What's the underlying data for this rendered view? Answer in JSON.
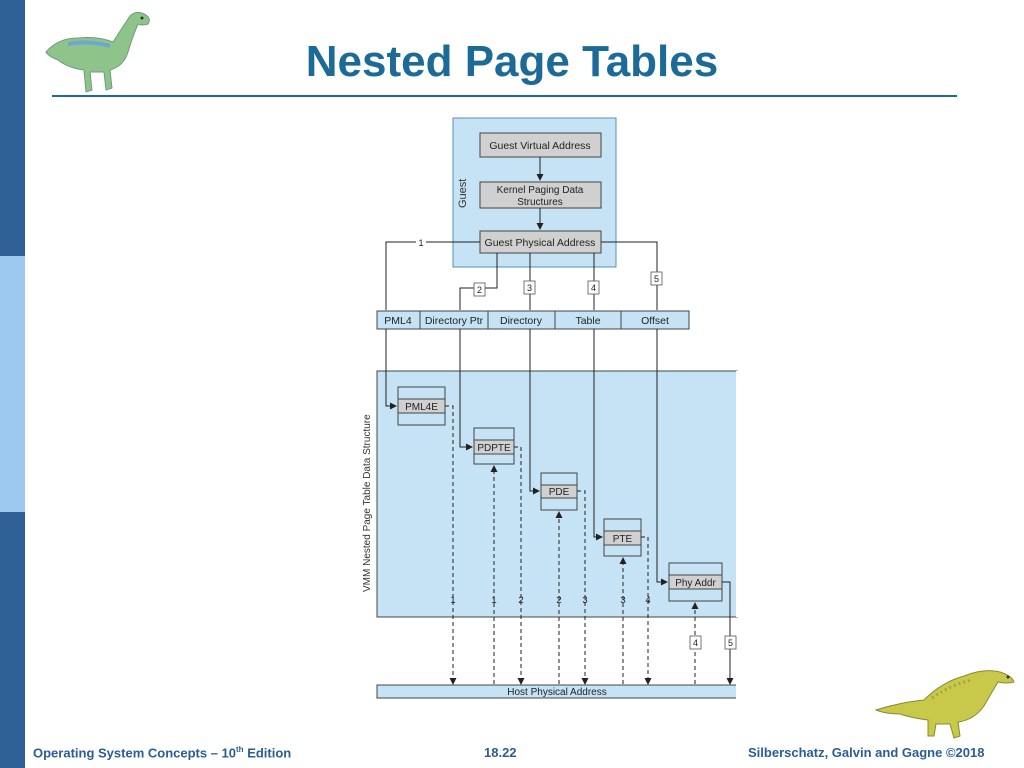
{
  "slide": {
    "title": "Nested Page Tables",
    "footer_left": "Operating System Concepts – 10",
    "footer_left_sup": "th",
    "footer_left_suffix": " Edition",
    "page_number": "18.22",
    "footer_right": "Silberschatz, Galvin and Gagne ©2018"
  },
  "diagram": {
    "guest_label": "Guest",
    "guest_virtual_address": "Guest Virtual Address",
    "kernel_paging_line1": "Kernel Paging Data",
    "kernel_paging_line2": "Structures",
    "guest_physical_address": "Guest Physical Address",
    "fields": [
      "PML4",
      "Directory Ptr",
      "Directory",
      "Table",
      "Offset"
    ],
    "vmm_label": "VMM Nested Page Table Data Structure",
    "entries": [
      "PML4E",
      "PDPTE",
      "PDE",
      "PTE",
      "Phy Addr"
    ],
    "step_labels": [
      "1",
      "2",
      "3",
      "4",
      "5"
    ],
    "bottom_numbers": [
      "1",
      "1",
      "2",
      "2",
      "3",
      "3",
      "4"
    ],
    "host_physical_address": "Host Physical Address",
    "colors": {
      "guest_bg": "#c5e3f5",
      "vmm_bg": "#c5e3f5",
      "box_fill": "#d0d0d0"
    }
  }
}
